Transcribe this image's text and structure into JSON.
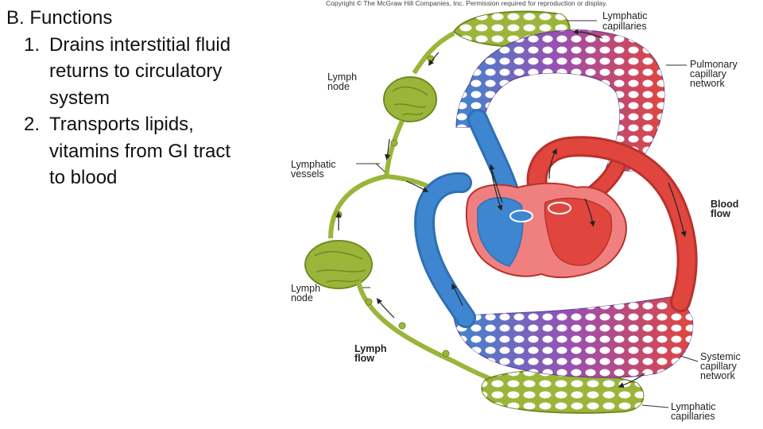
{
  "outline": {
    "heading": "B. Functions",
    "items": [
      {
        "num": "1.",
        "lines": [
          "Drains interstitial fluid",
          "returns to circulatory",
          "system"
        ]
      },
      {
        "num": "2.",
        "lines": [
          "Transports lipids,",
          "vitamins from GI tract",
          "to blood"
        ]
      }
    ]
  },
  "figure": {
    "copyright": "Copyright © The McGraw Hill Companies, Inc. Permission required for reproduction or display.",
    "labels": {
      "lymphatic_capillaries_top": [
        "Lymphatic",
        "capillaries"
      ],
      "pulmonary_network": [
        "Pulmonary",
        "capillary",
        "network"
      ],
      "lymph_node_top": [
        "Lymph",
        "node"
      ],
      "lymphatic_vessels": [
        "Lymphatic",
        "vessels"
      ],
      "blood_flow": [
        "Blood",
        "flow"
      ],
      "lymph_node_bottom": [
        "Lymph",
        "node"
      ],
      "lymph_flow": [
        "Lymph",
        "flow"
      ],
      "systemic_network": [
        "Systemic",
        "capillary",
        "network"
      ],
      "lymphatic_capillaries_bottom": [
        "Lymphatic",
        "capillaries"
      ]
    },
    "colors": {
      "lymph_green": "#9bb53a",
      "lymph_dark": "#6f8a22",
      "vein_blue": "#3f86d0",
      "artery_red": "#e0463e",
      "capillary_purple": "#9b4fb0"
    }
  }
}
